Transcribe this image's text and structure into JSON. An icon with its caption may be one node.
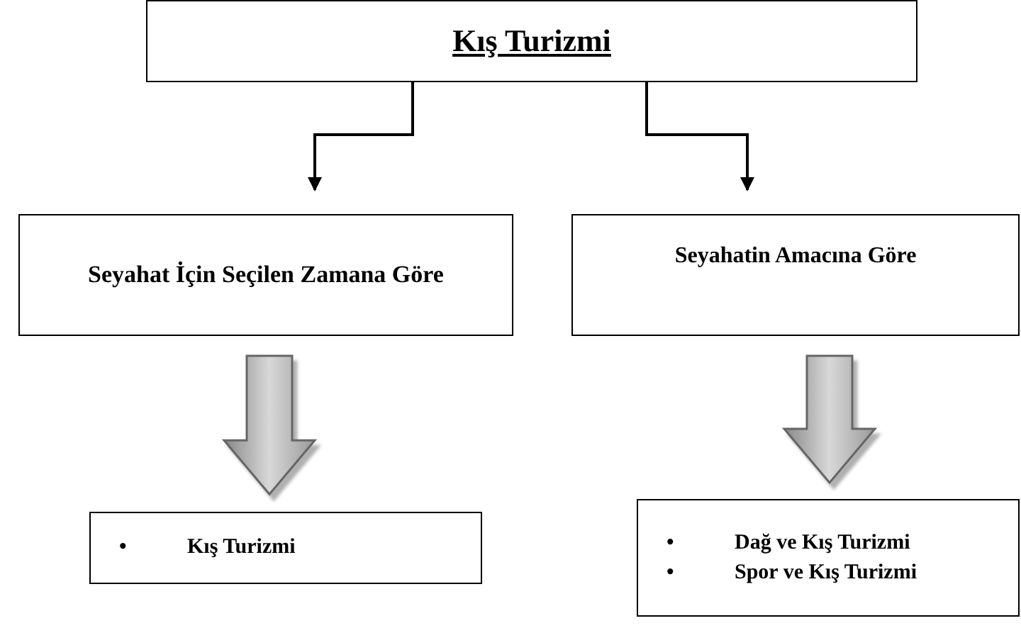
{
  "diagram": {
    "nodes": [
      {
        "text": [
          "Kış Turizmi"
        ]
      },
      {
        "text": [
          "Seyahat İçin Seçilen Zamana Göre"
        ]
      },
      {
        "text": [
          "Seyahatin Amacına Göre"
        ]
      },
      {
        "text": [
          "Kış Turizmi"
        ]
      },
      {
        "text": [
          "Dağ ve Kış Turizmi",
          "Spor ve Kış Turizmi"
        ]
      }
    ],
    "edges": [
      {
        "from": 0,
        "to": 1,
        "arrow": "to"
      },
      {
        "from": 0,
        "to": 2,
        "arrow": "to"
      },
      {
        "from": 1,
        "to": 3,
        "arrow": "to",
        "style": "thick",
        "color": "#b0b0b0"
      },
      {
        "from": 2,
        "to": 4,
        "arrow": "to",
        "style": "thick",
        "color": "#b0b0b0"
      }
    ],
    "labels": [
      "•",
      "•",
      "•"
    ]
  }
}
